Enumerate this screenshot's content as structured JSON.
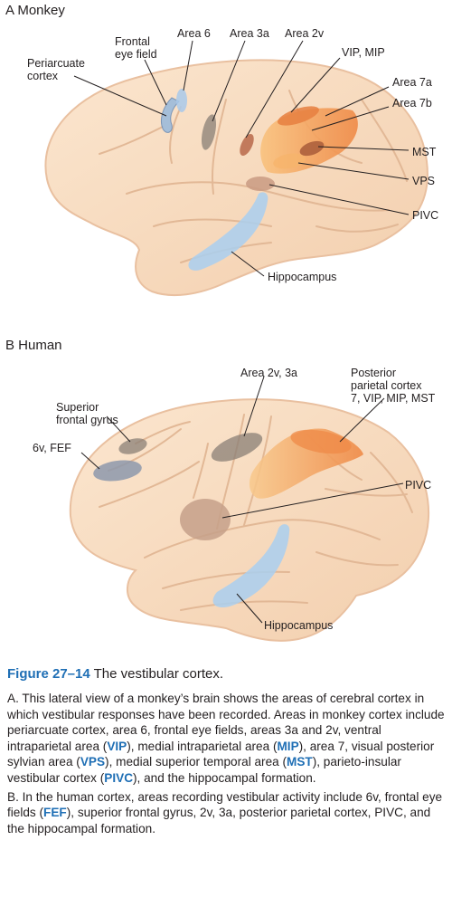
{
  "panel_a": {
    "title": "A  Monkey",
    "labels": {
      "frontal_eye_field_1": "Frontal",
      "frontal_eye_field_2": "eye field",
      "periarcuate_1": "Periarcuate",
      "periarcuate_2": "cortex",
      "area6": "Area 6",
      "area3a": "Area 3a",
      "area2v": "Area 2v",
      "vip_mip": "VIP, MIP",
      "area7a": "Area 7a",
      "area7b": "Area 7b",
      "mst": "MST",
      "vps": "VPS",
      "pivc": "PIVC",
      "hippocampus": "Hippocampus"
    }
  },
  "panel_b": {
    "title": "B  Human",
    "labels": {
      "superior_frontal_1": "Superior",
      "superior_frontal_2": "frontal gyrus",
      "area2v3a": "Area 2v, 3a",
      "posterior_parietal_1": "Posterior",
      "posterior_parietal_2": "parietal cortex",
      "posterior_parietal_3": "7, VIP, MIP, MST",
      "fef": "6v, FEF",
      "pivc": "PIVC",
      "hippocampus": "Hippocampus"
    }
  },
  "caption": {
    "figure_number": "Figure 27–14",
    "figure_title": "The vestibular cortex.",
    "para_a": {
      "t1": "A. This lateral view of a monkey’s brain shows the areas of cerebral cortex in which vestibular responses have been recorded. Areas in monkey cortex include periarcuate cortex, area 6, frontal eye fields, areas 3a and 2v, ventral intraparietal area (",
      "vip": "VIP",
      "t2": "), medial intraparietal area (",
      "mip": "MIP",
      "t3": "), area 7, visual posterior sylvian area (",
      "vps": "VPS",
      "t4": "), medial superior temporal area (",
      "mst": "MST",
      "t5": "), parieto-insular vestibular cortex (",
      "pivc": "PIVC",
      "t6": "), and the hippocampal formation."
    },
    "para_b": {
      "t1": "B. In the human cortex, areas recording vestibular activity include 6v, frontal eye fields (",
      "fef": "FEF",
      "t2": "), superior frontal gyrus, 2v, 3a, posterior parietal cortex, PIVC, and the hippocampal formation."
    }
  },
  "colors": {
    "brain_fill": "#f8dcc0",
    "brain_stroke": "#e9c0a0",
    "sulcus": "#e2b896",
    "vestibular_gray": "#8a7f76",
    "blue_area": "#a9cff0",
    "orange_area": "#f2a05a",
    "figure_blue": "#1f6fb5"
  }
}
